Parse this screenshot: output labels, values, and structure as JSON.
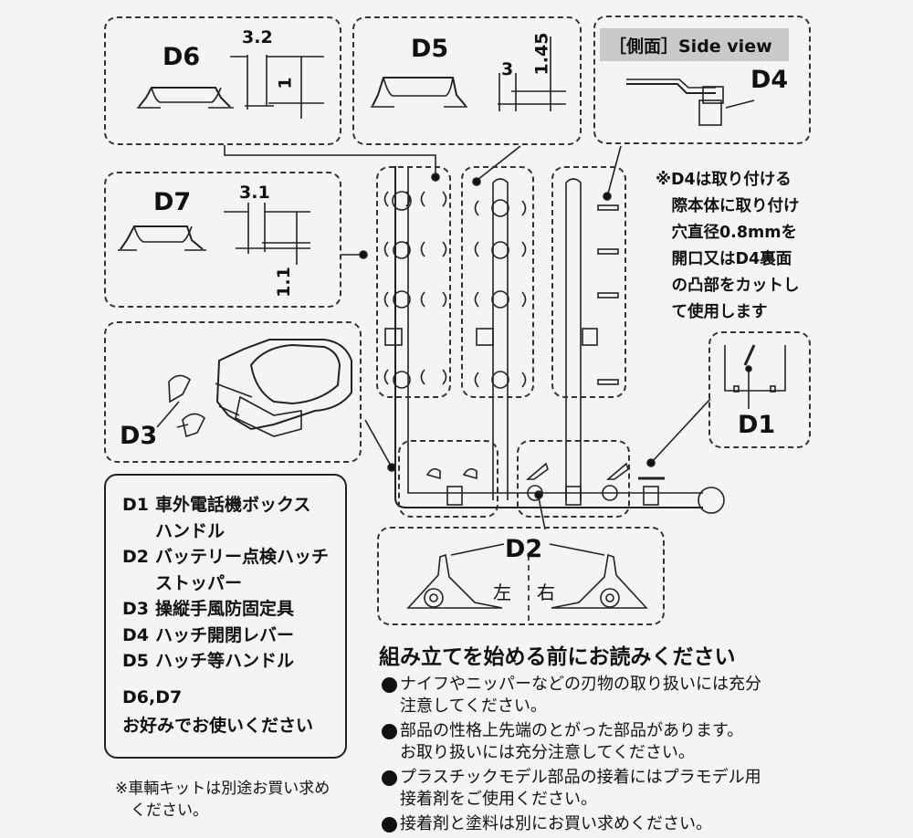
{
  "parts": {
    "d6": {
      "label": "D6",
      "dim_w": "3.2",
      "dim_h": "1"
    },
    "d5": {
      "label": "D5",
      "dim_w": "3",
      "dim_h": "1.45"
    },
    "d4": {
      "label": "D4",
      "side_view": "［側面］Side view"
    },
    "d7": {
      "label": "D7",
      "dim_w": "3.1",
      "dim_h": "1.1"
    },
    "d3": {
      "label": "D3"
    },
    "d1": {
      "label": "D1"
    },
    "d2": {
      "label": "D2",
      "left": "左",
      "right": "右"
    }
  },
  "d4_note": "※D4は取り付ける\n　際本体に取り付け\n　穴直径0.8mmを\n　開口又はD4裏面\n　の凸部をカットし\n　て使用します",
  "legend": {
    "items": [
      {
        "code": "D1",
        "text": "車外電話機ボックス"
      },
      {
        "code": "",
        "text": "ハンドル"
      },
      {
        "code": "D2",
        "text": "バッテリー点検ハッチ"
      },
      {
        "code": "",
        "text": "ストッパー"
      },
      {
        "code": "D3",
        "text": "操縦手風防固定具"
      },
      {
        "code": "D4",
        "text": "ハッチ開閉レバー"
      },
      {
        "code": "D5",
        "text": "ハッチ等ハンドル"
      }
    ],
    "note_codes": "D6,D7",
    "note_text": "お好みでお使いください"
  },
  "footnote": "※車輌キットは別途お買い求め\n　ください。",
  "read_first": {
    "title": "組み立てを始める前にお読みください",
    "bullets": [
      "ナイフやニッパーなどの刃物の取り扱いには充分\n注意してください。",
      "部品の性格上先端のとがった部品があります。\nお取り扱いには充分注意してください。",
      "プラスチックモデル部品の接着にはプラモデル用\n接着剤をご使用ください。",
      "接着剤と塗料は別にお買い求めください。"
    ]
  }
}
